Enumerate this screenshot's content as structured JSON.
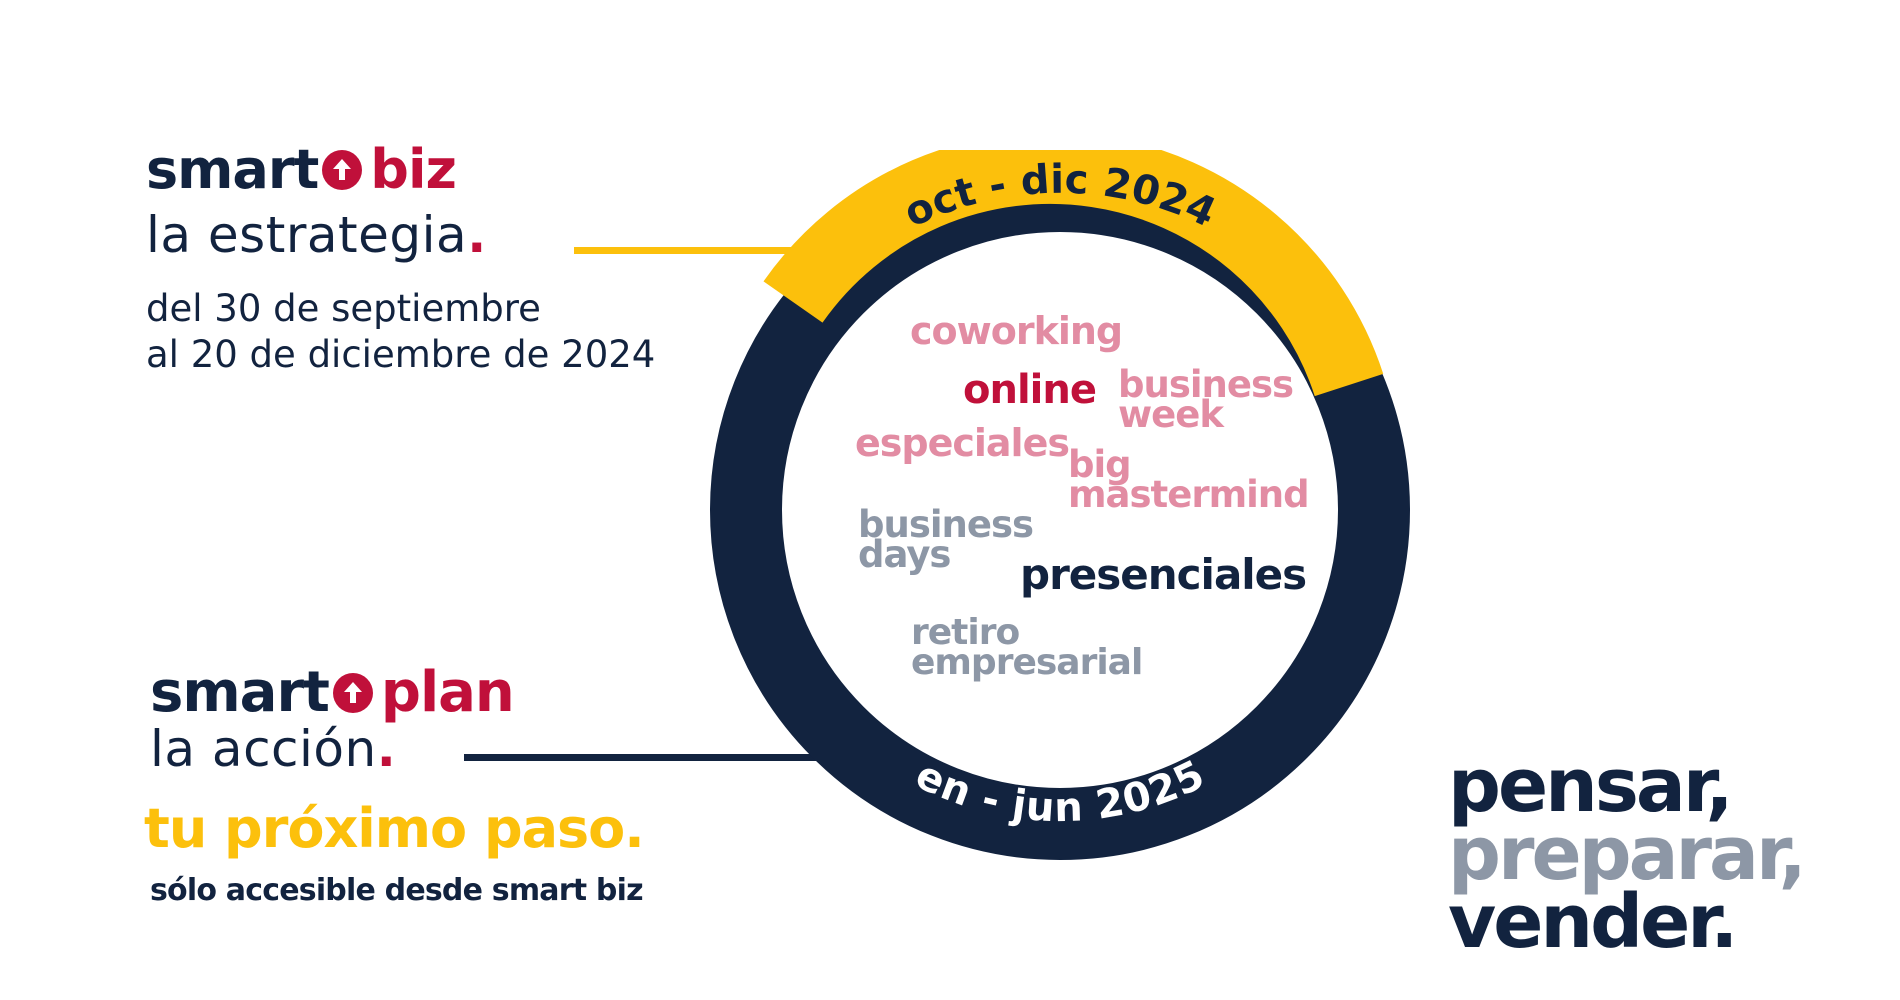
{
  "smartbiz": {
    "word1": "smart",
    "word2": "biz",
    "tagline": "la estrategia",
    "tagline_dot": ".",
    "dates_line1": "del 30 de septiembre",
    "dates_line2": "al 20 de diciembre de 2024"
  },
  "smartplan": {
    "word1": "smart",
    "word2": "plan",
    "tagline": "la acción",
    "tagline_dot": ".",
    "next_step": "tu próximo paso.",
    "access_note": "sólo accesible desde smart biz"
  },
  "ring": {
    "top_label": "oct - dic 2024",
    "bottom_label": "en - jun 2025",
    "colors": {
      "top": "#fcc00c",
      "bottom": "#12233f"
    }
  },
  "formats": {
    "coworking": "coworking",
    "online": "online",
    "business_week_1": "business",
    "business_week_2": "week",
    "especiales": "especiales",
    "big_mastermind_1": "big",
    "big_mastermind_2": "mastermind",
    "business_days_1": "business",
    "business_days_2": "days",
    "presenciales": "presenciales",
    "retiro_1": "retiro",
    "retiro_2": "empresarial"
  },
  "slogan": {
    "line1": "pensar,",
    "line2": "preparar,",
    "line3": "vender."
  },
  "colors": {
    "navy": "#12233f",
    "red": "#c0103a",
    "yellow": "#fcc00c",
    "gray": "#8d97a6",
    "pink": "#e28ca3"
  }
}
